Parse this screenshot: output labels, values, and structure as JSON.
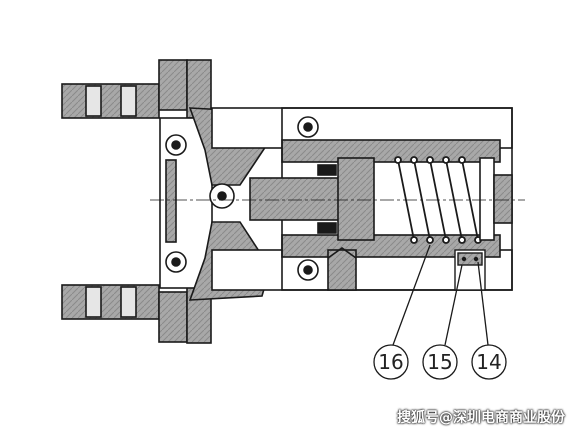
{
  "callouts": [
    {
      "number": "16",
      "part": "spring"
    },
    {
      "number": "15",
      "part": "switch body"
    },
    {
      "number": "14",
      "part": "switch lead"
    }
  ],
  "watermark": "搜狐号@深圳电商商业股份",
  "colors": {
    "outline": "#1a1a1a",
    "hatch_fill": "#9a9a9a",
    "light_fill": "#e6e6e6",
    "background": "#ffffff"
  }
}
